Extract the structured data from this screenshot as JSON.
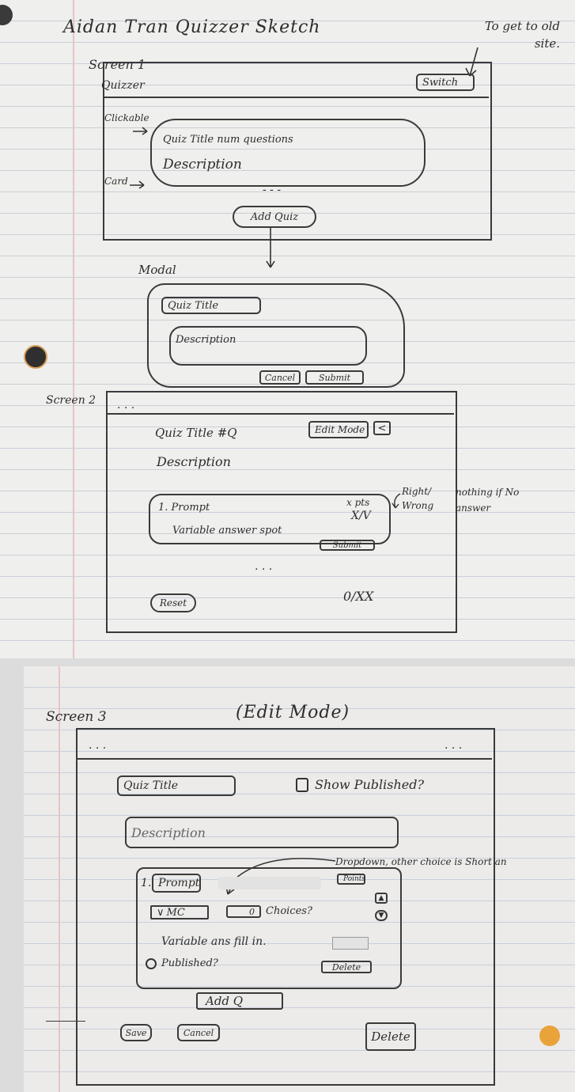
{
  "header": {
    "author_title": "Aidan Tran Quizzer Sketch",
    "note_switch": "To get to old site."
  },
  "screen1": {
    "label": "Screen 1",
    "app_title": "Quizzer",
    "switch_button": "Switch",
    "note_clickable": "Clickable",
    "note_card": "Card",
    "card_title": "Quiz Title num questions",
    "card_description": "Description",
    "ellipsis": "- - -",
    "add_quiz_button": "Add Quiz"
  },
  "modal": {
    "label": "Modal",
    "title_placeholder": "Quiz Title",
    "description_placeholder": "Description",
    "cancel_button": "Cancel",
    "submit_button": "Submit"
  },
  "screen2": {
    "label": "Screen 2",
    "topbar_dots": ". . .",
    "quiz_title": "Quiz Title #Q",
    "edit_mode_button": "Edit Mode",
    "back_button": "<",
    "description": "Description",
    "question_prompt": "1. Prompt",
    "points": "x pts",
    "result": "X/V",
    "answer_spot": "Variable answer spot",
    "submit_button": "Submit",
    "note_right_wrong": "Right/ Wrong",
    "note_nothing": "nothing if No answer",
    "ellipsis": ". . .",
    "reset_button": "Reset",
    "score": "0/XX"
  },
  "screen3": {
    "label": "Screen 3",
    "mode_label": "(Edit Mode)",
    "topbar_dots_left": ". . .",
    "topbar_dots_right": ". . .",
    "quiz_title_field": "Quiz Title",
    "show_published": "Show Published?",
    "description_field": "Description",
    "note_dropdown": "Dropdown, other choice is Short an",
    "question_number": "1.",
    "prompt_field": "Prompt",
    "points_field": "Points",
    "type_dropdown": "MC",
    "choices_field": "0",
    "choices_label": "Choices?",
    "answer_fill": "Variable ans fill in.",
    "published_label": "Published?",
    "delete_question_button": "Delete",
    "add_question_button": "Add Q",
    "save_button": "Save",
    "cancel_button": "Cancel",
    "delete_quiz_button": "Delete",
    "up_icon": "up-arrow-icon",
    "down_icon": "down-arrow-icon"
  }
}
